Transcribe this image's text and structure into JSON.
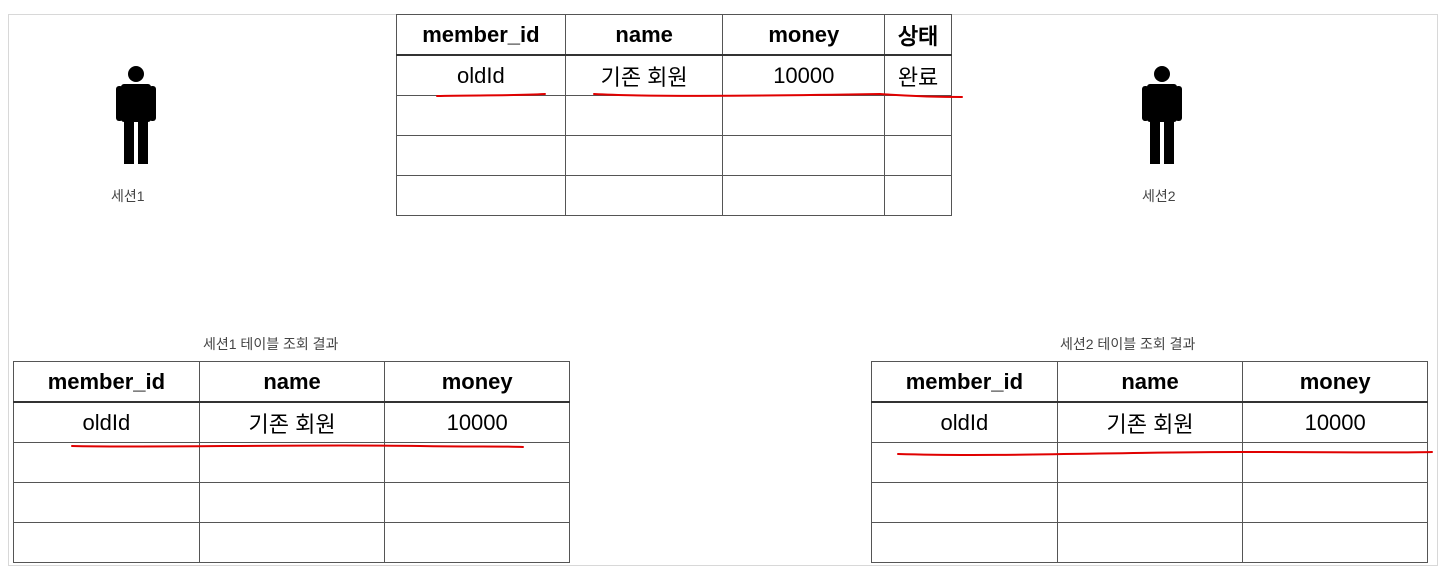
{
  "main_table": {
    "headers": [
      "member_id",
      "name",
      "money",
      "상태"
    ],
    "rows": [
      [
        "oldId",
        "기존 회원",
        "10000",
        "완료"
      ]
    ]
  },
  "session1": {
    "label": "세션1",
    "result_caption": "세션1 테이블 조회 결과",
    "table": {
      "headers": [
        "member_id",
        "name",
        "money"
      ],
      "rows": [
        [
          "oldId",
          "기존 회원",
          "10000"
        ]
      ]
    }
  },
  "session2": {
    "label": "세션2",
    "result_caption": "세션2 테이블 조회 결과",
    "table": {
      "headers": [
        "member_id",
        "name",
        "money"
      ],
      "rows": [
        [
          "oldId",
          "기존 회원",
          "10000"
        ]
      ]
    }
  },
  "colors": {
    "annotation": "#e00000",
    "figure": "#000000"
  },
  "icons": [
    "person-icon"
  ]
}
